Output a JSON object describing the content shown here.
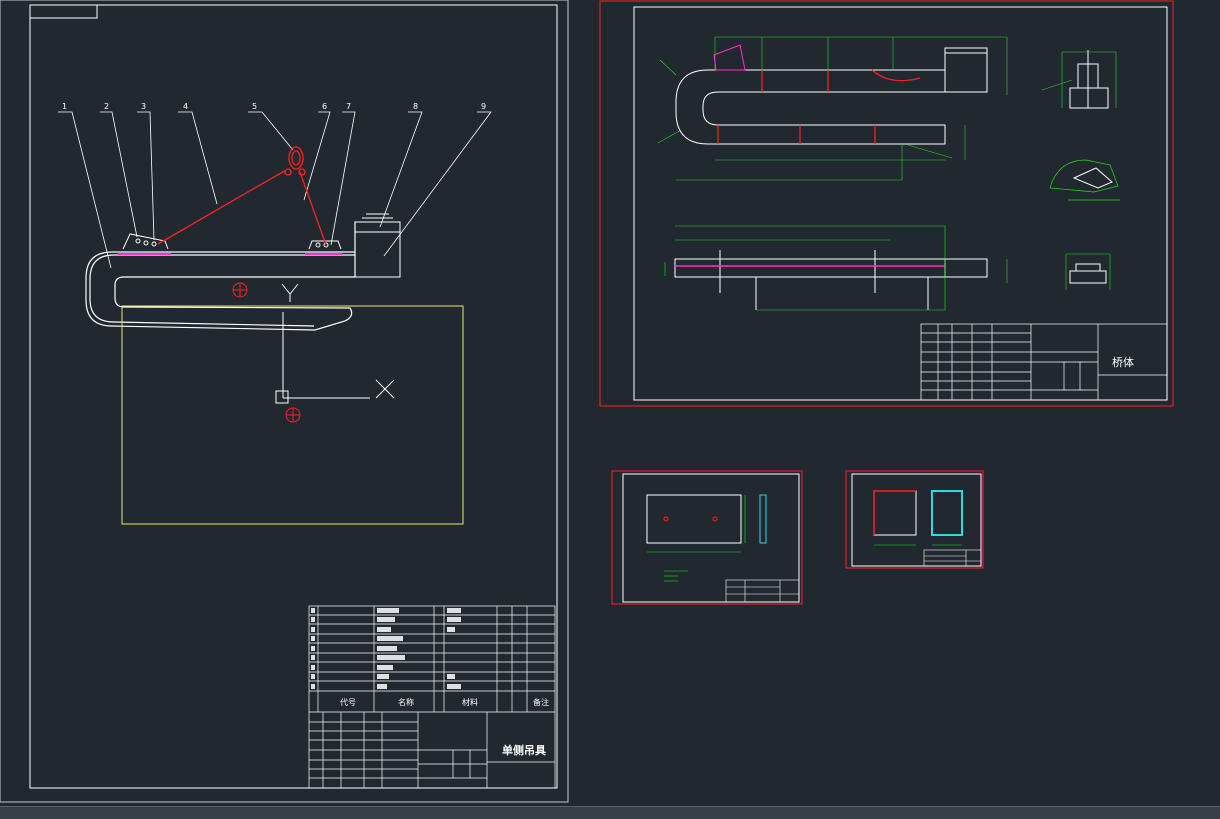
{
  "drawing": {
    "callouts": [
      "1",
      "2",
      "3",
      "4",
      "5",
      "6",
      "7",
      "8",
      "9"
    ],
    "main_title_block": {
      "title": "单侧吊具",
      "col_code": "代号",
      "col_name": "名称",
      "col_material": "材料",
      "col_remark": "备注"
    },
    "frame_title_block": {
      "title": "桥体"
    },
    "axis_y_glyph": "Y",
    "axis_x_glyph": "X"
  },
  "colors": {
    "background": "#212830",
    "frame": "#ffffff",
    "red": "#ff2020",
    "green": "#20e020",
    "magenta": "#ff30c8",
    "yellow": "#e8e860",
    "cyan": "#30d8e8"
  }
}
